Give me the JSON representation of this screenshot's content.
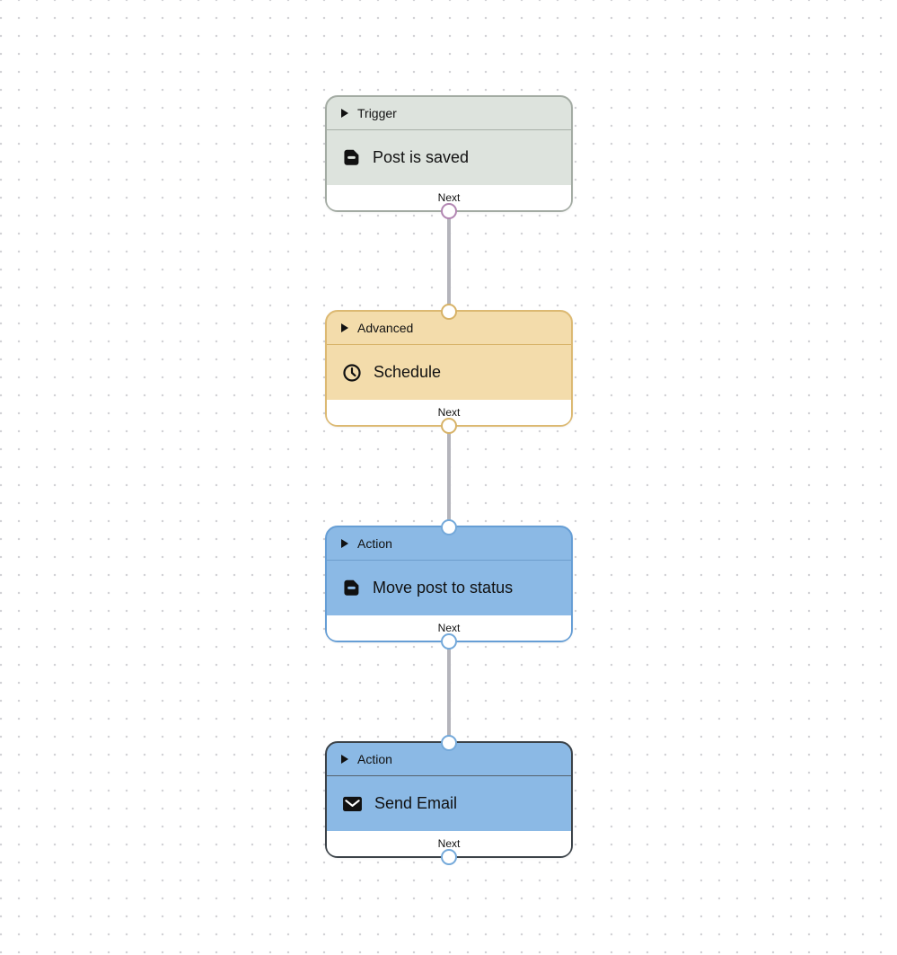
{
  "canvas": {
    "background_color": "#ffffff",
    "dot_color": "#d2d2d6",
    "connector_color": "#b4b4bb"
  },
  "workflow": {
    "nodes": [
      {
        "category": "Trigger",
        "title": "Post is saved",
        "icon": "document-icon",
        "next_label": "Next",
        "selected": false,
        "colors": {
          "fill": "#dde3dd",
          "border": "#a3aba3",
          "divider": "#a9b0a9",
          "port": "#b286b2"
        }
      },
      {
        "category": "Advanced",
        "title": "Schedule",
        "icon": "clock-icon",
        "next_label": "Next",
        "selected": false,
        "colors": {
          "fill": "#f3dcab",
          "border": "#dcb972",
          "divider": "#d7b267",
          "port": "#d7b267"
        }
      },
      {
        "category": "Action",
        "title": "Move post to status",
        "icon": "document-icon",
        "next_label": "Next",
        "selected": false,
        "colors": {
          "fill": "#8bb9e5",
          "border": "#669ed5",
          "divider": "#6d9ecd",
          "port": "#74a9da"
        }
      },
      {
        "category": "Action",
        "title": "Send Email",
        "icon": "envelope-icon",
        "next_label": "Next",
        "selected": true,
        "colors": {
          "fill": "#8bb9e5",
          "border": "#3b4248",
          "divider": "#55616b",
          "port": "#74a9da"
        }
      }
    ]
  }
}
